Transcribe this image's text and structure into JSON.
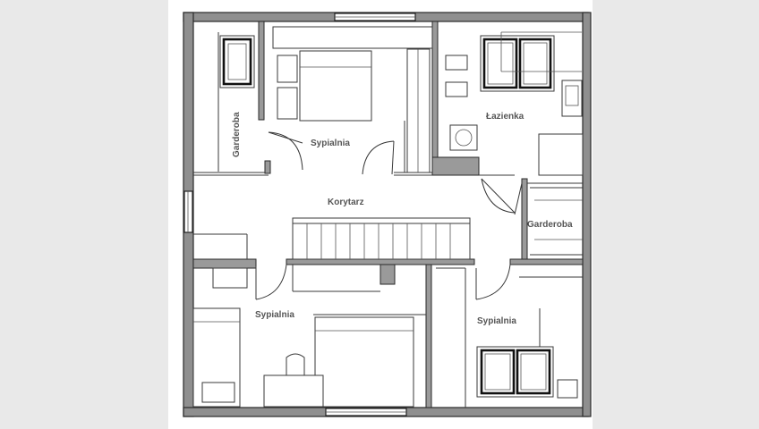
{
  "plan": {
    "rooms": {
      "garderoba_left": "Garderoba",
      "sypialnia_top": "Sypialnia",
      "lazienka": "Łazienka",
      "korytarz": "Korytarz",
      "garderoba_right": "Garderoba",
      "sypialnia_bottom_left": "Sypialnia",
      "sypialnia_bottom_right": "Sypialnia"
    }
  }
}
